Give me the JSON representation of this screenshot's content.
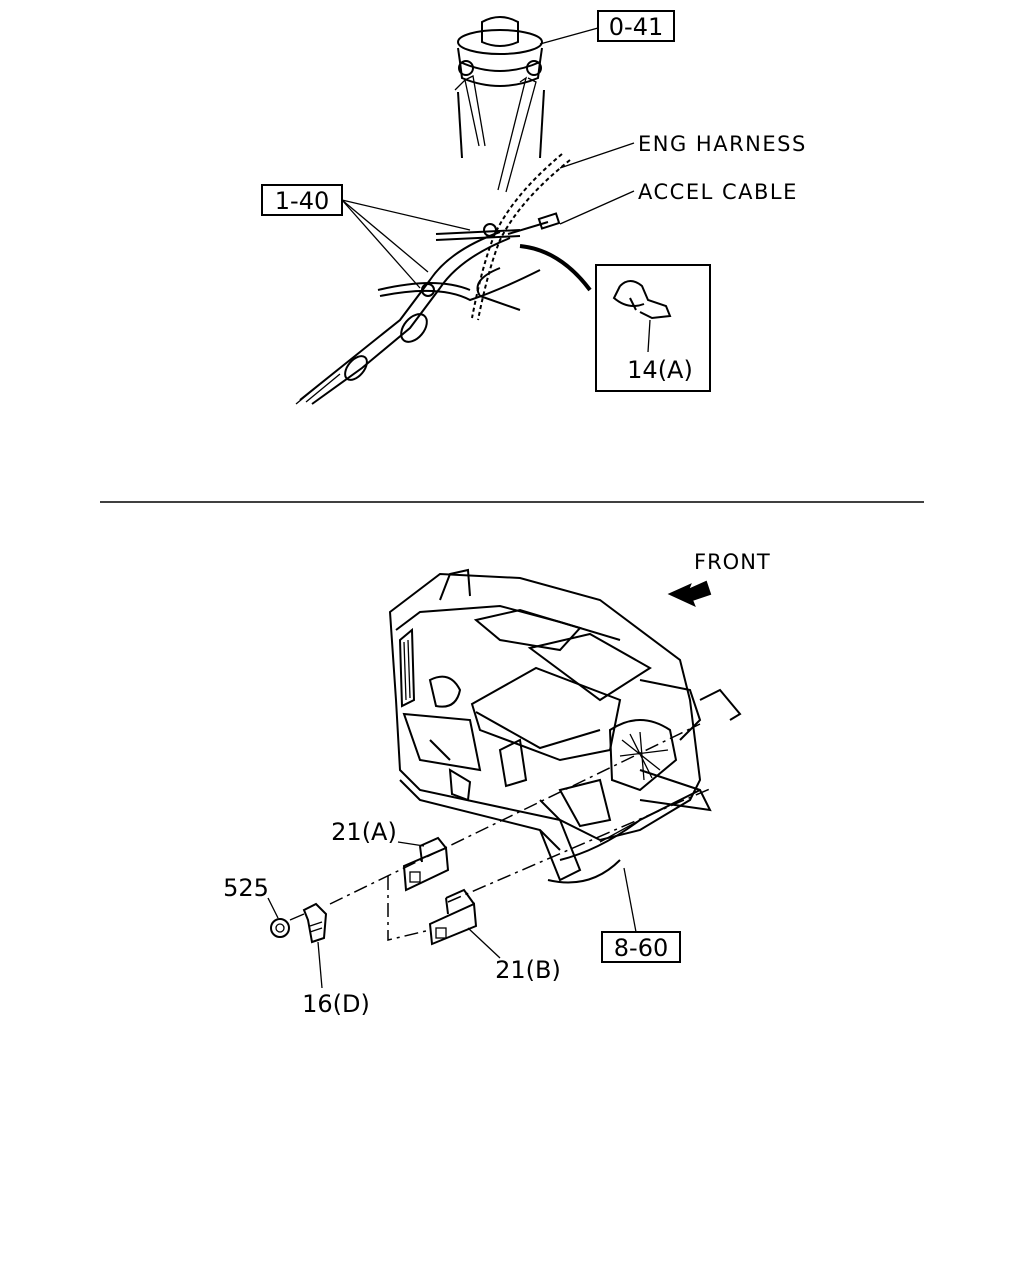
{
  "top_diagram": {
    "ref_0_41": "0-41",
    "ref_1_40": "1-40",
    "eng_harness": "ENG HARNESS",
    "accel_cable": "ACCEL CABLE",
    "part_14a": "14(A)"
  },
  "bottom_diagram": {
    "front": "FRONT",
    "part_21a": "21(A)",
    "part_21b": "21(B)",
    "part_525": "525",
    "part_16d": "16(D)",
    "ref_8_60": "8-60"
  }
}
